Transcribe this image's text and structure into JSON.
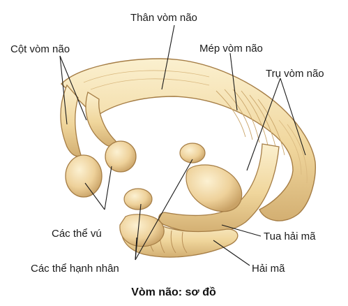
{
  "labels": {
    "than_vom_nao": "Thân vòm não",
    "cot_vom_nao": "Cột vòm não",
    "mep_vom_nao": "Mép vòm não",
    "tru_vom_nao": "Trụ vòm não",
    "cac_the_vu": "Các thể vú",
    "tua_hai_ma": "Tua hải mã",
    "cac_the_hanh_nhan": "Các thể hạnh nhân",
    "hai_ma": "Hải mã"
  },
  "caption": "Vòm não: sơ đồ",
  "colors": {
    "tissue": "#f1d9a1",
    "tissue_light": "#faeec8",
    "tissue_shadow": "#c9a468",
    "outline": "#a57d45",
    "text": "#1a1a1a"
  }
}
